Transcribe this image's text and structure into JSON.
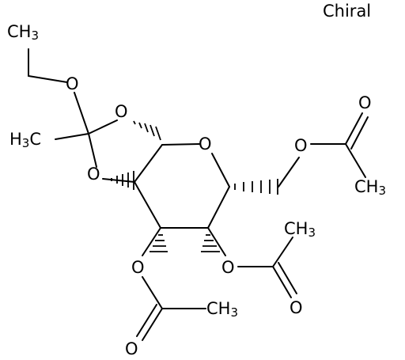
{
  "molecule": {
    "stereo_note": "Chiral",
    "atoms": {
      "ch3_top": "CH3",
      "o_ether": "O",
      "h3c_left": "H3C",
      "o_diox_top": "O",
      "o_diox_bottom": "O",
      "o_ring": "O",
      "o_6": "O",
      "o_6_carbonyl": "O",
      "ch3_6": "CH3",
      "o_4": "O",
      "ch3_4": "CH3",
      "o_4_carbonyl": "O",
      "o_3": "O",
      "ch3_3": "CH3",
      "o_3_carbonyl": "O"
    }
  }
}
